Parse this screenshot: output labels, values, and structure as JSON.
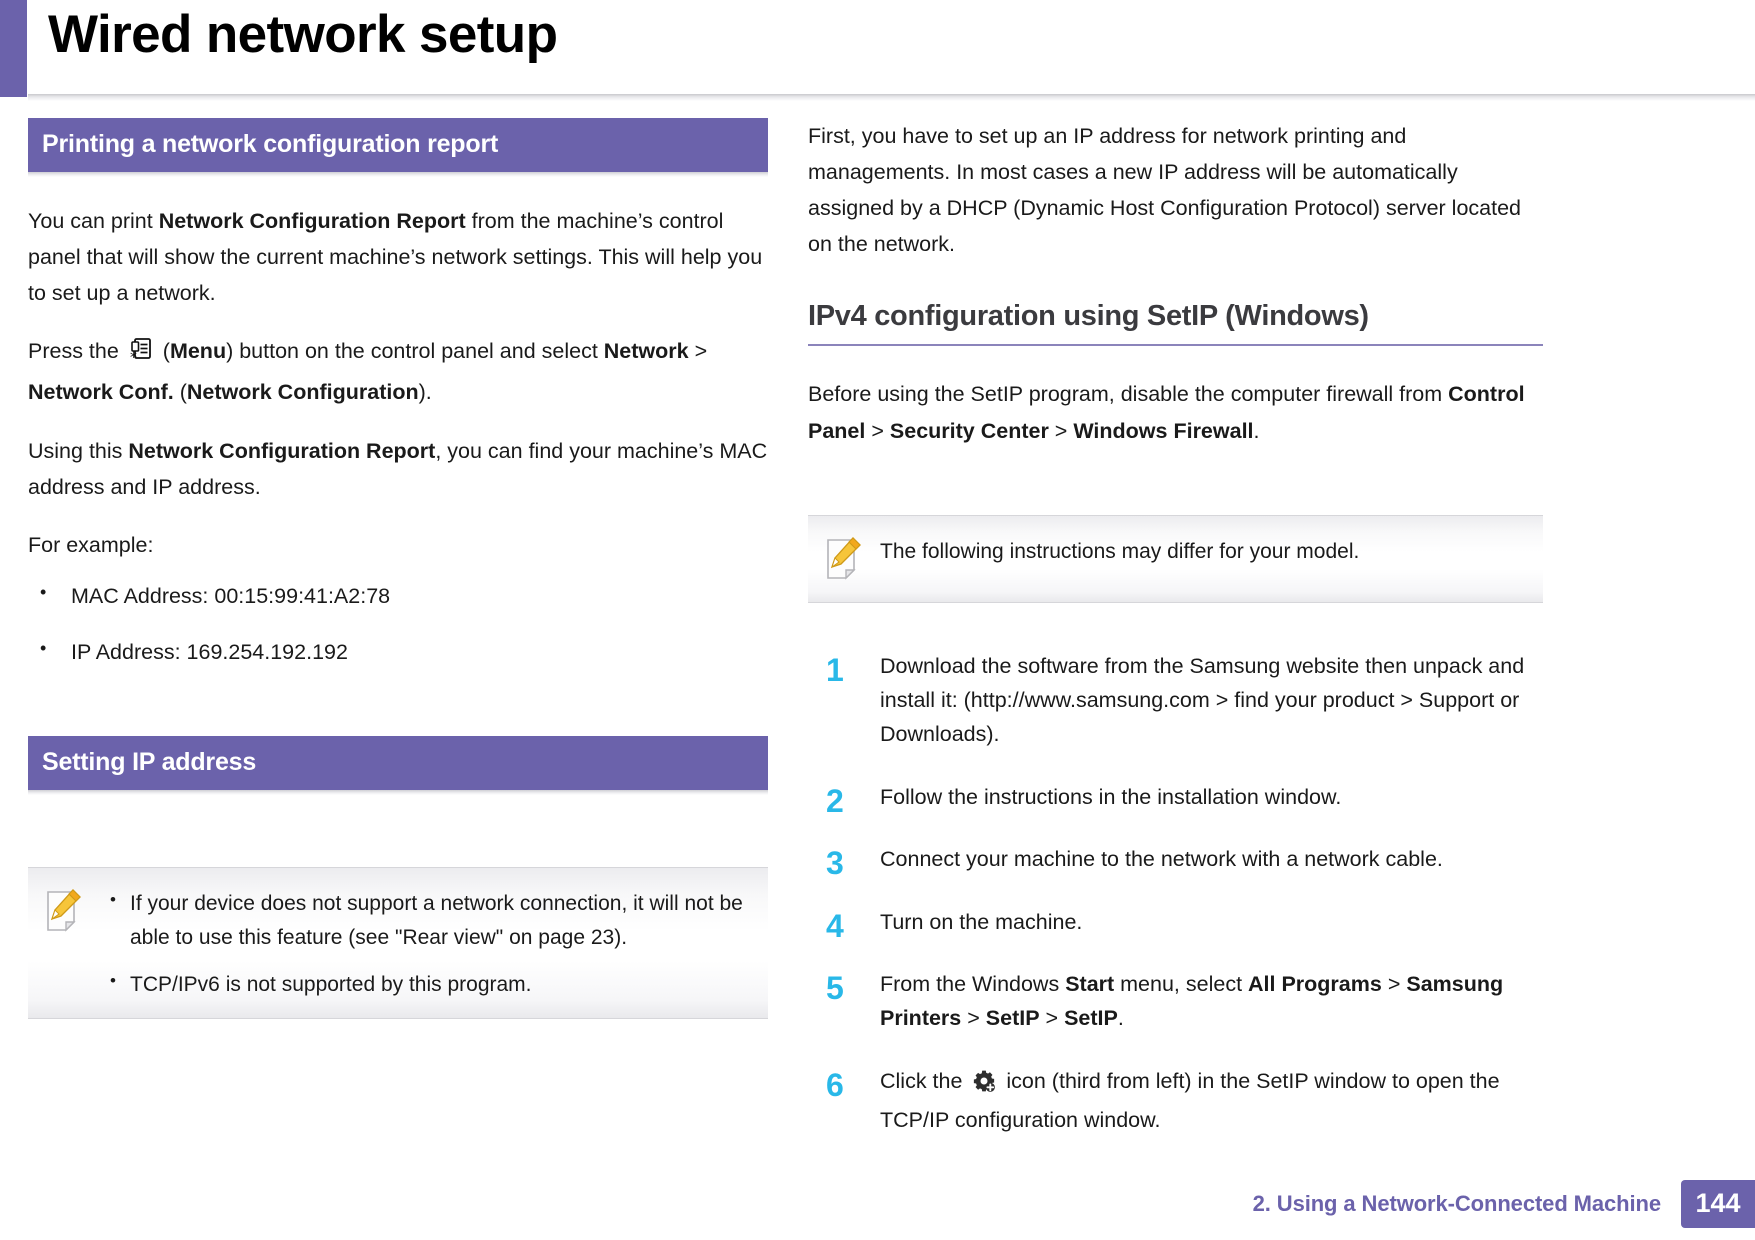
{
  "page": {
    "title": "Wired network setup",
    "accent_color": "#6b62ab",
    "step_number_color": "#29b8e8",
    "footer_text": "2.  Using a Network-Connected Machine",
    "footer_page_number": "144"
  },
  "left_column": {
    "section_1": {
      "bar_label": "Printing a network configuration report",
      "paragraph_1": {
        "part_1": "You can print ",
        "bold_1": "Network Configuration Report",
        "part_2": " from the machine’s control panel that will show the current machine’s network settings. This will help you to set up a network."
      },
      "paragraph_2": {
        "part_1": "Press the ",
        "icon": "menu-panel-icon",
        "part_2": " (",
        "bold_1": "Menu",
        "part_3": ") button on the control panel and select ",
        "bold_2": "Network",
        "part_4": " > ",
        "bold_3": "Network Conf.",
        "part_5": " (",
        "bold_4": "Network Configuration",
        "part_6": ")."
      },
      "paragraph_3": {
        "part_1": "Using this ",
        "bold_1": "Network Configuration Report",
        "part_2": ", you can find your machine’s MAC address and IP address."
      },
      "paragraph_4": "For example:",
      "bullets": [
        "MAC Address: 00:15:99:41:A2:78",
        "IP Address: 169.254.192.192"
      ]
    },
    "section_2": {
      "bar_label": "Setting IP address",
      "note": {
        "icon": "note-pencil-icon",
        "items": [
          "If your device does not support a network connection, it will not be able to use this feature (see \"Rear view\" on page 23).",
          "TCP/IPv6 is not supported by this program."
        ]
      }
    }
  },
  "right_column": {
    "intro_paragraph": "First, you have to set up an IP address for network printing and managements. In most cases a new IP address will be automatically assigned by a DHCP (Dynamic Host Configuration Protocol) server located on the network.",
    "subheading": "IPv4 configuration using SetIP (Windows)",
    "firewall_paragraph": {
      "part_1": "Before using the SetIP program, disable the computer firewall from ",
      "bold_1": "Control Panel",
      "part_2": " > ",
      "bold_2": "Security Center",
      "part_3": " > ",
      "bold_3": "Windows Firewall",
      "part_4": "."
    },
    "note": {
      "icon": "note-pencil-icon",
      "text": "The following instructions may differ for your model."
    },
    "steps": [
      {
        "num": "1",
        "text": "Download the software from the Samsung website then unpack and install it: (http://www.samsung.com > find your product > Support or Downloads)."
      },
      {
        "num": "2",
        "text": "Follow the instructions in the installation window."
      },
      {
        "num": "3",
        "text": "Connect your machine to the network with a network cable."
      },
      {
        "num": "4",
        "text": "Turn on the machine."
      },
      {
        "num": "5",
        "parts": {
          "part_1": "From the Windows ",
          "bold_1": "Start",
          "part_2": " menu, select ",
          "bold_2": "All Programs",
          "part_3": " > ",
          "bold_3": "Samsung Printers",
          "part_4": " > ",
          "bold_4": "SetIP",
          "part_5": " > ",
          "bold_5": "SetIP",
          "part_6": "."
        }
      },
      {
        "num": "6",
        "parts": {
          "part_1": "Click the ",
          "icon": "gear-plus-icon",
          "part_2": " icon (third from left) in the SetIP window to open the TCP/IP configuration window."
        }
      }
    ]
  }
}
